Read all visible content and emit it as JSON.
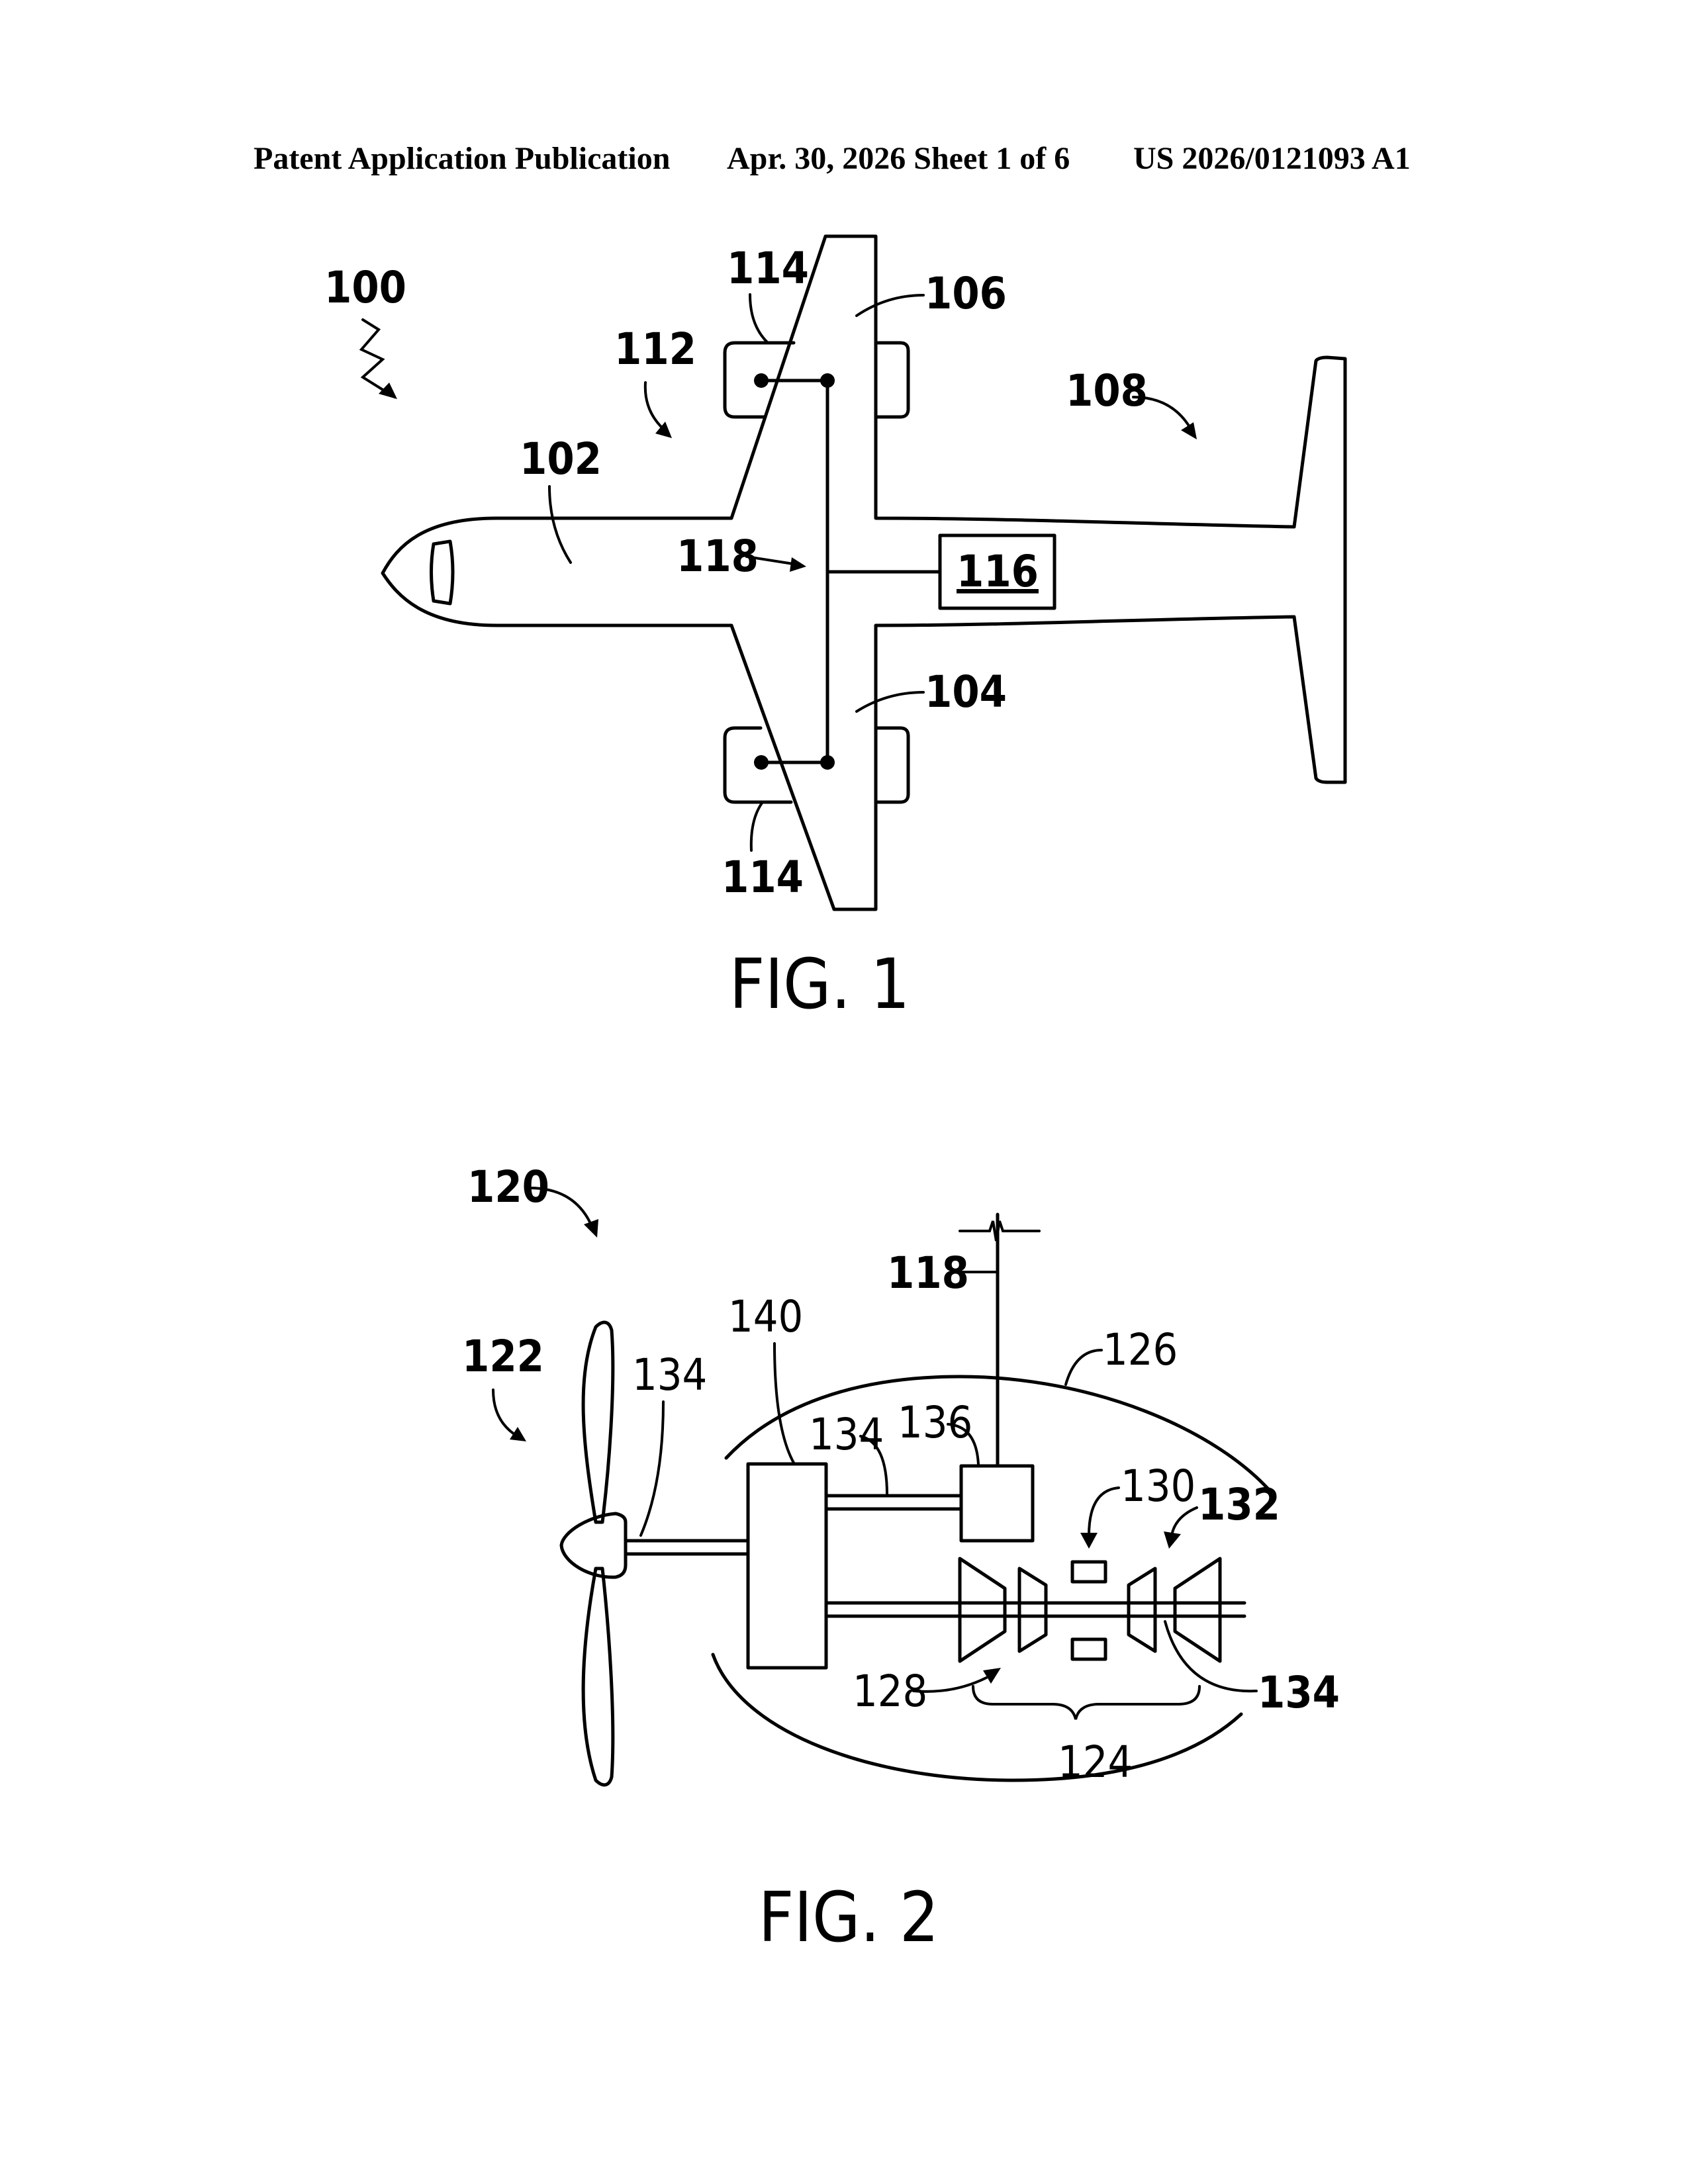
{
  "header": {
    "publication": "Patent Application Publication",
    "date_sheet": "Apr. 30, 2026  Sheet 1 of 6",
    "number": "US 2026/0121093 A1"
  },
  "fig1": {
    "caption": "FIG. 1",
    "labels": {
      "aircraft": "100",
      "fuselage": "102",
      "wing_lower": "104",
      "wing_upper": "106",
      "tail": "108",
      "propulsion": "112",
      "engine_upper": "114",
      "engine_lower": "114",
      "controller": "116",
      "bus": "118"
    }
  },
  "fig2": {
    "caption": "FIG. 2",
    "labels": {
      "system": "120",
      "propeller": "122",
      "core": "124",
      "nacelle": "126",
      "compressor": "128",
      "combustor": "130",
      "turbine": "132",
      "shaft_prop": "134",
      "shaft_upper": "134",
      "shaft_right": "134",
      "motor": "136",
      "gearbox": "140",
      "bus": "118"
    }
  }
}
